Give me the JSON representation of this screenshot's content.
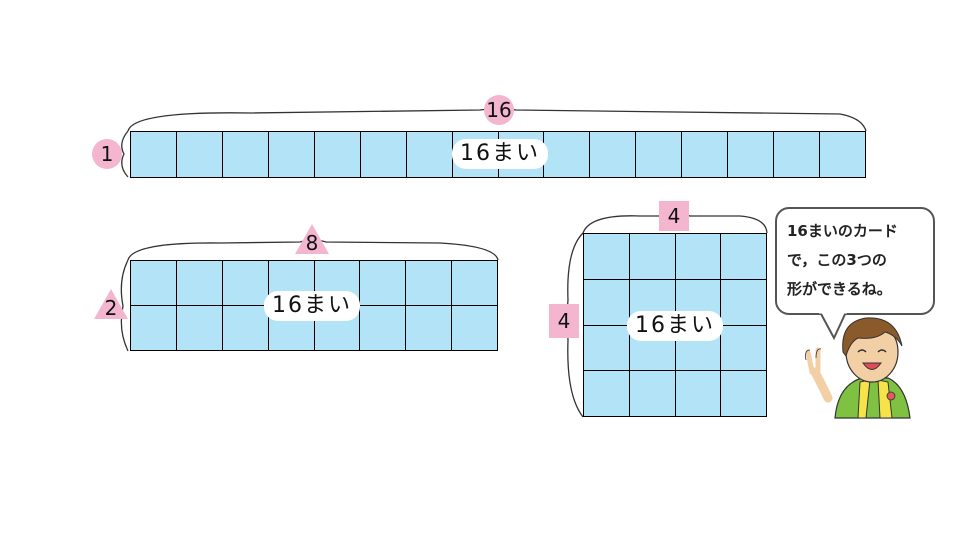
{
  "rect_1x16": {
    "width_label": "16",
    "height_label": "1",
    "count_label": "16まい",
    "rows": 1,
    "cols": 16
  },
  "rect_2x8": {
    "width_label": "8",
    "height_label": "2",
    "count_label": "16まい",
    "rows": 2,
    "cols": 8
  },
  "square_4x4": {
    "width_label": "4",
    "height_label": "4",
    "count_label": "16まい",
    "rows": 4,
    "cols": 4
  },
  "speech": {
    "line1": "16まいのカード",
    "line2": "で，この3つの",
    "line3": "形ができるね。"
  },
  "colors": {
    "cell": "#b3e3f7",
    "marker": "#f4b6cf",
    "grid_line": "#000000"
  }
}
